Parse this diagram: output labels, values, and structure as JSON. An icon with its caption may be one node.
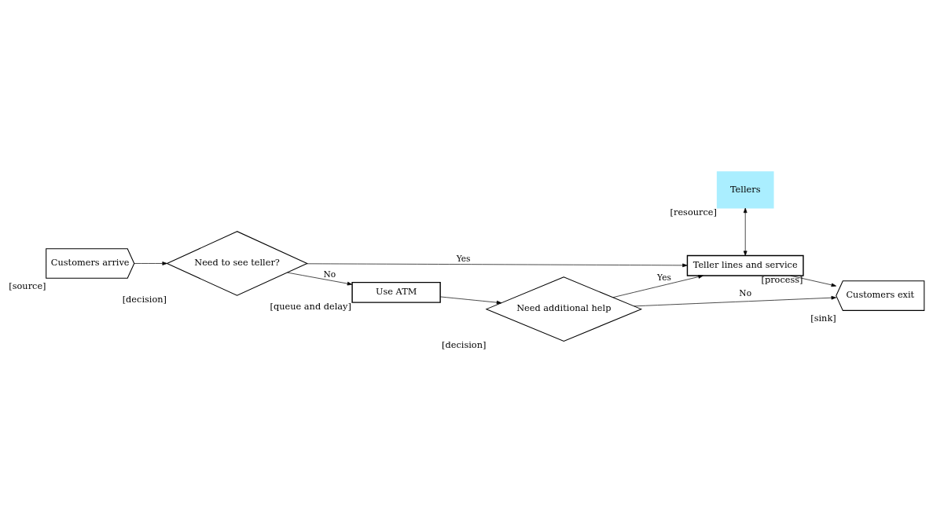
{
  "diagram": {
    "nodes": [
      {
        "text": [
          "Customers arrive"
        ],
        "beside": [
          "[source]"
        ]
      },
      {
        "text": [
          "Need to see teller?"
        ],
        "beside": [
          "[decision]"
        ]
      },
      {
        "text": [
          "Teller lines and service"
        ],
        "beside": [
          "[process]"
        ]
      },
      {
        "text": [
          "Tellers"
        ],
        "beside": [
          "[resource]"
        ]
      },
      {
        "text": [
          "Customers exit"
        ],
        "beside": [
          "[sink]"
        ]
      },
      {
        "text": [
          "Use ATM"
        ],
        "beside": [
          "[queue and delay]"
        ]
      },
      {
        "text": [
          "Need additional help"
        ],
        "beside": [
          "[decision]"
        ]
      }
    ],
    "edges": [
      {
        "from": 0,
        "to": 1,
        "arrow": "to"
      },
      {
        "from": 1,
        "to": 2,
        "arrow": "to",
        "label": "Yes"
      },
      {
        "from": 1,
        "to": 5,
        "arrow": "to",
        "label": "No"
      },
      {
        "from": 5,
        "to": 6,
        "arrow": "to"
      },
      {
        "from": 6,
        "to": 2,
        "arrow": "to",
        "label": "Yes"
      },
      {
        "from": 2,
        "to": 4,
        "arrow": "to"
      },
      {
        "from": 6,
        "to": 4,
        "arrow": "to",
        "label": "No"
      },
      {
        "from": 3,
        "to": 2,
        "arrow": "both"
      }
    ]
  }
}
